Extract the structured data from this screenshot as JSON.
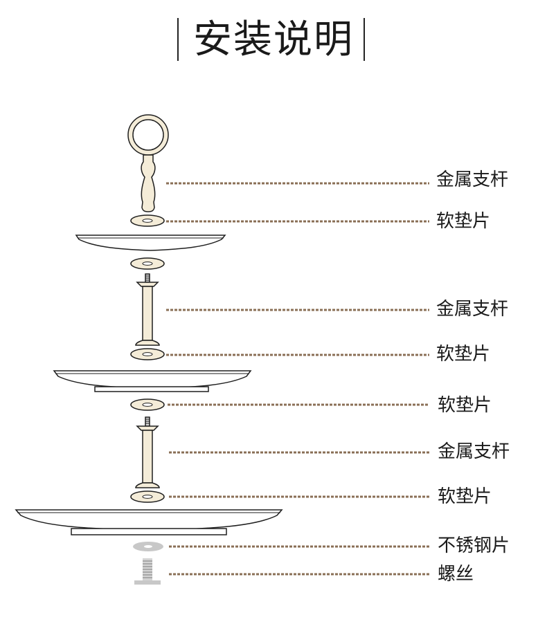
{
  "title": "安装说明",
  "colors": {
    "leader_line": "#8a6f56",
    "part_fill": "#f4ecd8",
    "outline": "#1e1e1e",
    "steel": "#c8c8c8"
  },
  "labels": [
    "金属支杆",
    "软垫片",
    "金属支杆",
    "软垫片",
    "软垫片",
    "金属支杆",
    "软垫片",
    "不锈钢片",
    "螺丝"
  ]
}
